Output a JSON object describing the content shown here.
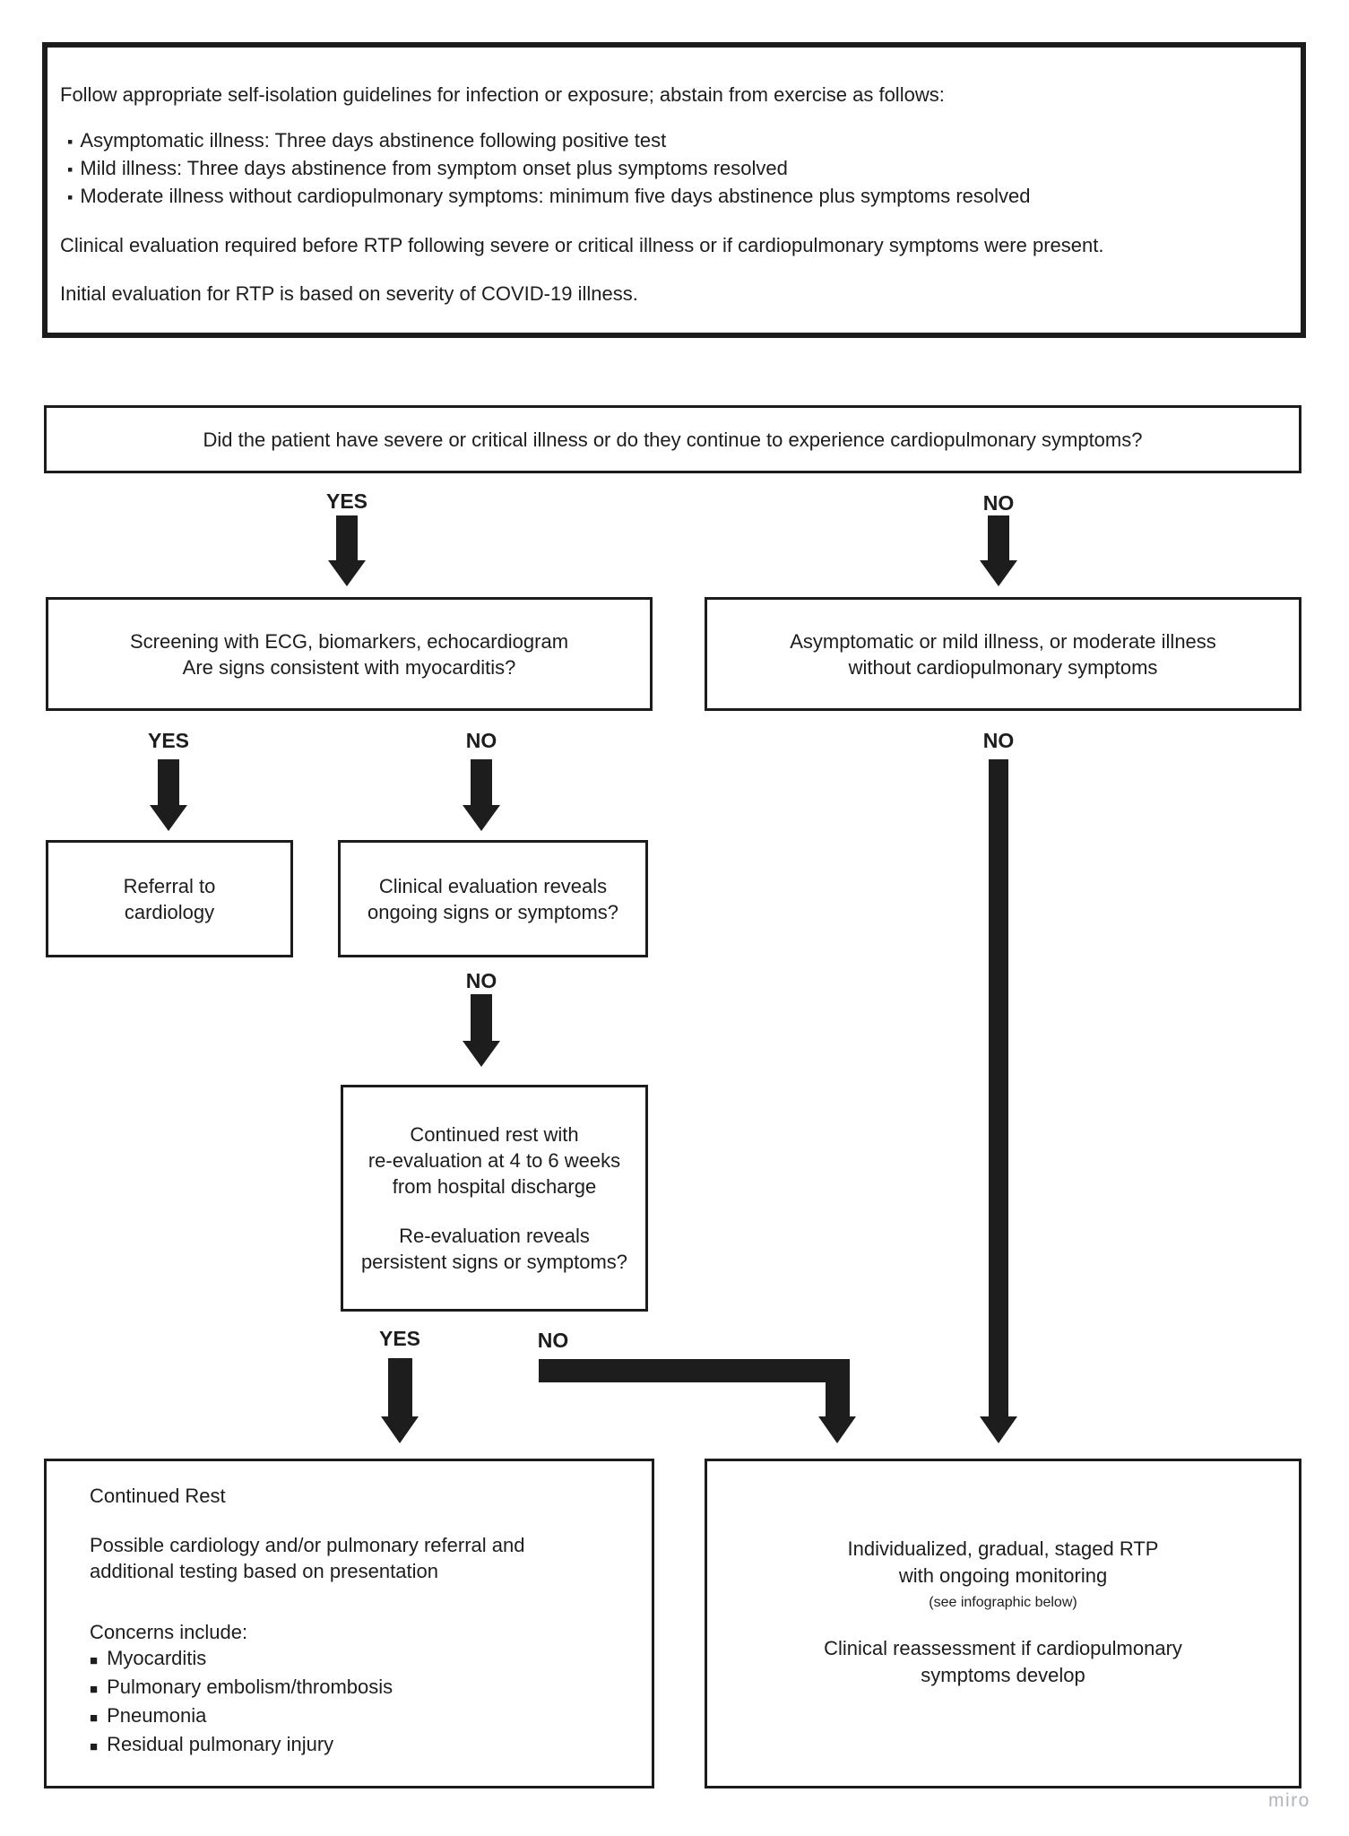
{
  "colors": {
    "ink": "#1d1d1d",
    "border": "#1c1c1c",
    "watermark": "#b2b5bf"
  },
  "labels": {
    "yes": "YES",
    "no": "NO"
  },
  "intro_box": {
    "intro": "Follow appropriate self-isolation guidelines for infection or exposure; abstain from exercise as follows:",
    "bullet_marker": "▪",
    "bullets": [
      "Asymptomatic illness: Three days abstinence following positive test",
      "Mild illness: Three days abstinence from symptom onset plus symptoms resolved",
      "Moderate illness without cardiopulmonary symptoms: minimum five days abstinence plus symptoms resolved"
    ],
    "clinical_note": "Clinical evaluation required before RTP following severe or critical illness or if cardiopulmonary symptoms were present.",
    "initial_note": "Initial evaluation for RTP is based on severity of COVID-19 illness."
  },
  "question_box": {
    "text": "Did the patient have severe or critical illness or do they continue to experience cardiopulmonary symptoms?"
  },
  "screening_box": {
    "line1": "Screening with ECG, biomarkers, echocardiogram",
    "line2": "Are signs consistent with myocarditis?"
  },
  "mild_box": {
    "line1": "Asymptomatic or mild illness, or moderate illness",
    "line2": "without cardiopulmonary symptoms"
  },
  "referral_box": {
    "line1": "Referral to",
    "line2": "cardiology"
  },
  "clinical_box": {
    "line1": "Clinical evaluation reveals",
    "line2": "ongoing signs or symptoms?"
  },
  "rest_eval_box": {
    "para1": [
      "Continued rest with",
      "re-evaluation at 4 to 6 weeks",
      "from hospital discharge"
    ],
    "para2": [
      "Re-evaluation reveals",
      "persistent signs or symptoms?"
    ]
  },
  "continued_rest_box": {
    "title": "Continued Rest",
    "para1": [
      "Possible cardiology and/or pulmonary referral and",
      "additional testing based on presentation"
    ],
    "concerns_heading": "Concerns include:",
    "concern_marker": "■",
    "concerns": [
      "Myocarditis",
      "Pulmonary embolism/thrombosis",
      "Pneumonia",
      "Residual pulmonary injury"
    ]
  },
  "rtp_box": {
    "line1": "Individualized, gradual, staged RTP",
    "line2": "with ongoing monitoring",
    "note": "(see infographic below)",
    "line3": "Clinical reassessment if cardiopulmonary",
    "line4": "symptoms develop"
  },
  "watermark": "miro"
}
